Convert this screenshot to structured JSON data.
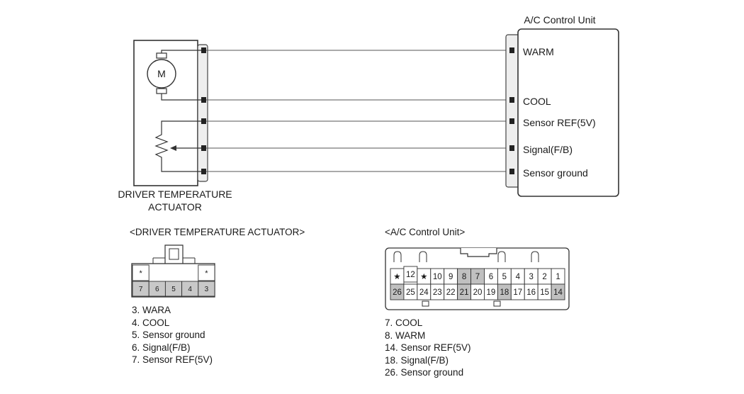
{
  "unit": {
    "title": "A/C Control Unit",
    "pins": [
      "WARM",
      "COOL",
      "Sensor REF(5V)",
      "Signal(F/B)",
      "Sensor ground"
    ]
  },
  "actuator": {
    "title_line1": "DRIVER TEMPERATURE",
    "title_line2": "ACTUATOR",
    "motor_label": "M"
  },
  "actuator_connector": {
    "heading": "<DRIVER TEMPERATURE ACTUATOR>",
    "top_row": [
      "*",
      "",
      "",
      "",
      "*"
    ],
    "bottom_row": [
      "7",
      "6",
      "5",
      "4",
      "3"
    ],
    "legend": [
      "3. WARA",
      "4. COOL",
      "5. Sensor ground",
      "6. Signal(F/B)",
      "7. Sensor REF(5V)"
    ]
  },
  "unit_connector": {
    "heading": "<A/C Control Unit>",
    "top_row": [
      "★",
      "12",
      "★",
      "10",
      "9",
      "8",
      "7",
      "6",
      "5",
      "4",
      "3",
      "2",
      "1"
    ],
    "bottom_row": [
      "26",
      "25",
      "24",
      "23",
      "22",
      "21",
      "20",
      "19",
      "18",
      "17",
      "16",
      "15",
      "14"
    ],
    "legend": [
      "7. COOL",
      "8. WARM",
      "14. Sensor REF(5V)",
      "18. Signal(F/B)",
      "26. Sensor ground"
    ]
  }
}
